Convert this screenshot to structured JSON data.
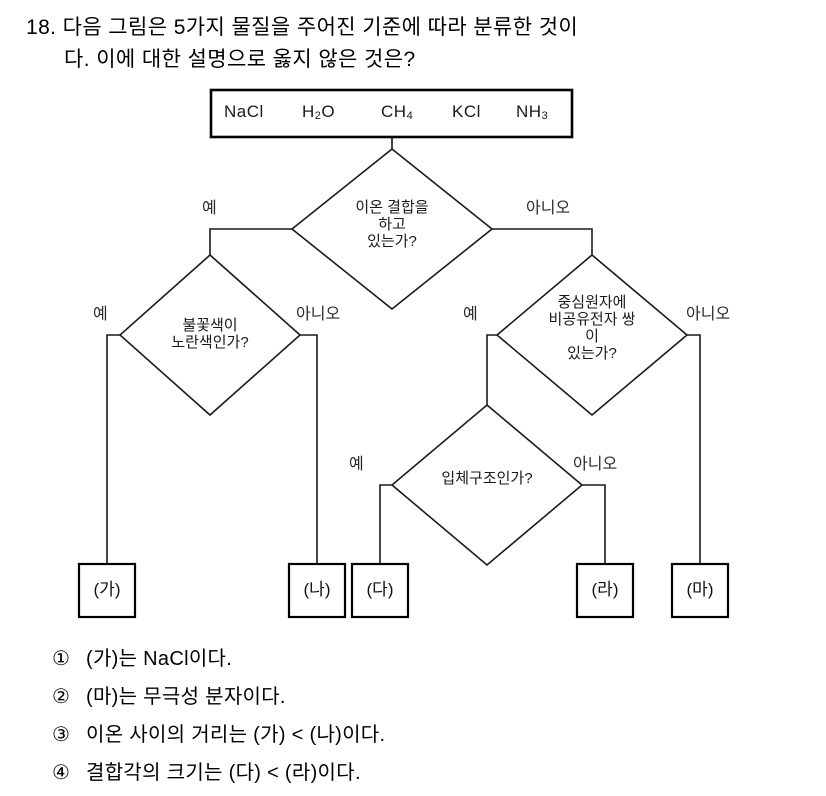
{
  "question": {
    "number": "18.",
    "line1": "18. 다음 그림은 5가지 물질을 주어진 기준에 따라 분류한 것이",
    "line2": "다. 이에 대한 설명으로 옳지 않은 것은?"
  },
  "flowchart": {
    "pool": {
      "items": [
        "NaCl",
        "H2O",
        "CH4",
        "KCl",
        "NH3"
      ],
      "items_display": [
        "NaCl",
        "H",
        "O",
        "CH",
        "KCl",
        "NH"
      ],
      "nacl": "NaCl",
      "h2o_base": "H",
      "h2o_sub": "2",
      "h2o_tail": "O",
      "ch4_base": "CH",
      "ch4_sub": "4",
      "kcl": "KCl",
      "nh3_base": "NH",
      "nh3_sub": "3"
    },
    "decisions": [
      {
        "id": "d1",
        "text": "이온 결합을\n하고\n있는가?",
        "yes_label": "예",
        "no_label": "아니오"
      },
      {
        "id": "d2",
        "text": "불꽃색이\n노란색인가?",
        "yes_label": "예",
        "no_label": "아니오"
      },
      {
        "id": "d3",
        "text": "중심원자에\n비공유전자 쌍\n이\n있는가?",
        "yes_label": "예",
        "no_label": "아니오"
      },
      {
        "id": "d4",
        "text": "입체구조인가?",
        "yes_label": "예",
        "no_label": "아니오"
      }
    ],
    "leaves": [
      {
        "id": "ga",
        "label": "(가)"
      },
      {
        "id": "na",
        "label": "(나)"
      },
      {
        "id": "da",
        "label": "(다)"
      },
      {
        "id": "ra",
        "label": "(라)"
      },
      {
        "id": "ma",
        "label": "(마)"
      }
    ]
  },
  "options": [
    {
      "marker": "①",
      "text": "(가)는 NaCl이다."
    },
    {
      "marker": "②",
      "text": "(마)는 무극성 분자이다."
    },
    {
      "marker": "③",
      "text": "이온 사이의 거리는 (가) < (나)이다."
    },
    {
      "marker": "④",
      "text": "결합각의 크기는 (다) < (라)이다."
    }
  ],
  "colors": {
    "ink": "#000000",
    "background": "#ffffff",
    "line": "#1a1a1a"
  }
}
